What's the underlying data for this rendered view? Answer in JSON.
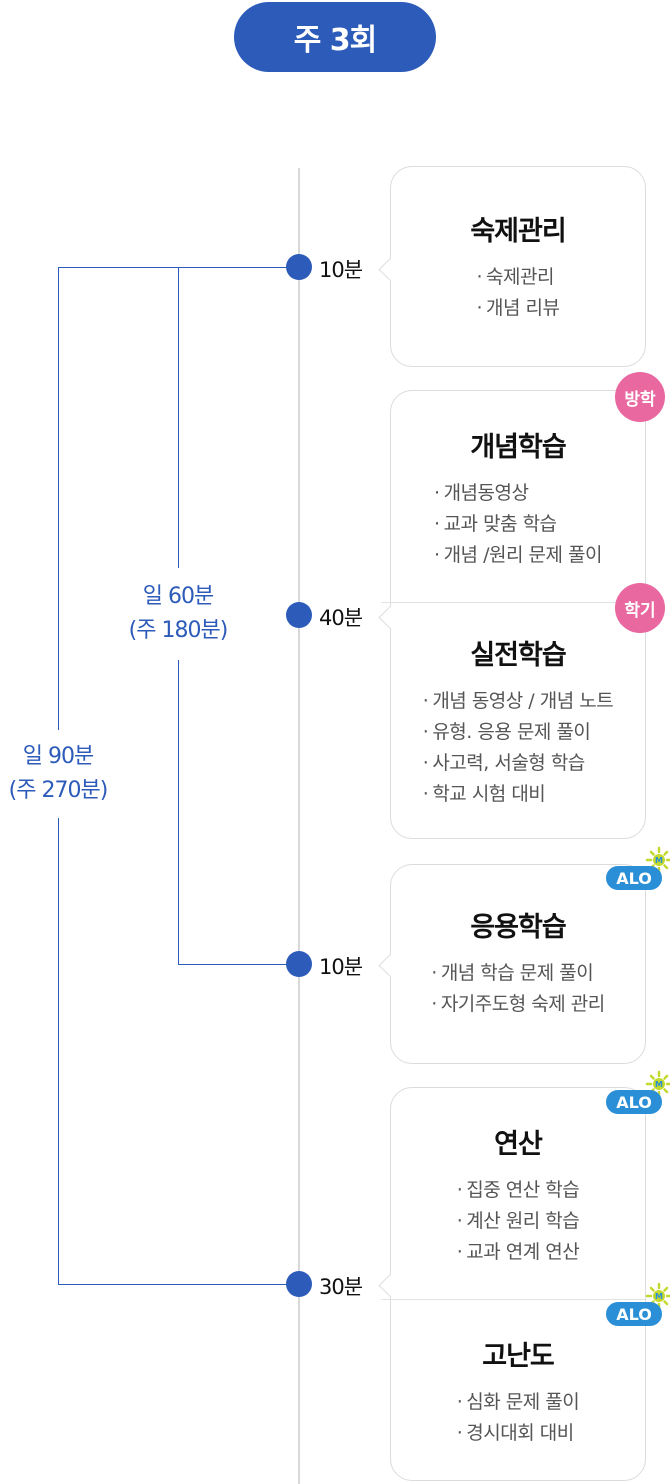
{
  "header": {
    "title": "주 3회"
  },
  "ranges": {
    "inner": {
      "line1": "일 60분",
      "line2": "(주 180분)"
    },
    "outer": {
      "line1": "일 90분",
      "line2": "(주 270분)"
    }
  },
  "times": [
    "10분",
    "40분",
    "10분",
    "30분"
  ],
  "cards": [
    {
      "sections": [
        {
          "title": "숙제관리",
          "items": [
            "숙제관리",
            "개념 리뷰"
          ]
        }
      ]
    },
    {
      "sections": [
        {
          "title": "개념학습",
          "badge": "방학",
          "items": [
            "개념동영상",
            "교과 맞춤 학습",
            "개념 /원리 문제 풀이"
          ]
        },
        {
          "title": "실전학습",
          "badge": "학기",
          "items": [
            "개념 동영상 / 개념 노트",
            "유형. 응용 문제 풀이",
            "사고력, 서술형 학습",
            "학교 시험 대비"
          ]
        }
      ]
    },
    {
      "sections": [
        {
          "title": "응용학습",
          "badge": "ALO",
          "items": [
            "개념 학습 문제 풀이",
            "자기주도형 숙제 관리"
          ]
        }
      ]
    },
    {
      "sections": [
        {
          "title": "연산",
          "badge": "ALO",
          "items": [
            "집중 연산 학습",
            "계산 원리 학습",
            "교과 연계 연산"
          ]
        },
        {
          "title": "고난도",
          "badge": "ALO",
          "items": [
            "심화 문제 풀이",
            "경시대회 대비"
          ]
        }
      ]
    }
  ],
  "colors": {
    "primary": "#2d5bb9",
    "badge_pink": "#e8689f",
    "alo_blue": "#2a8fd6",
    "alo_green": "#c4d92e"
  }
}
